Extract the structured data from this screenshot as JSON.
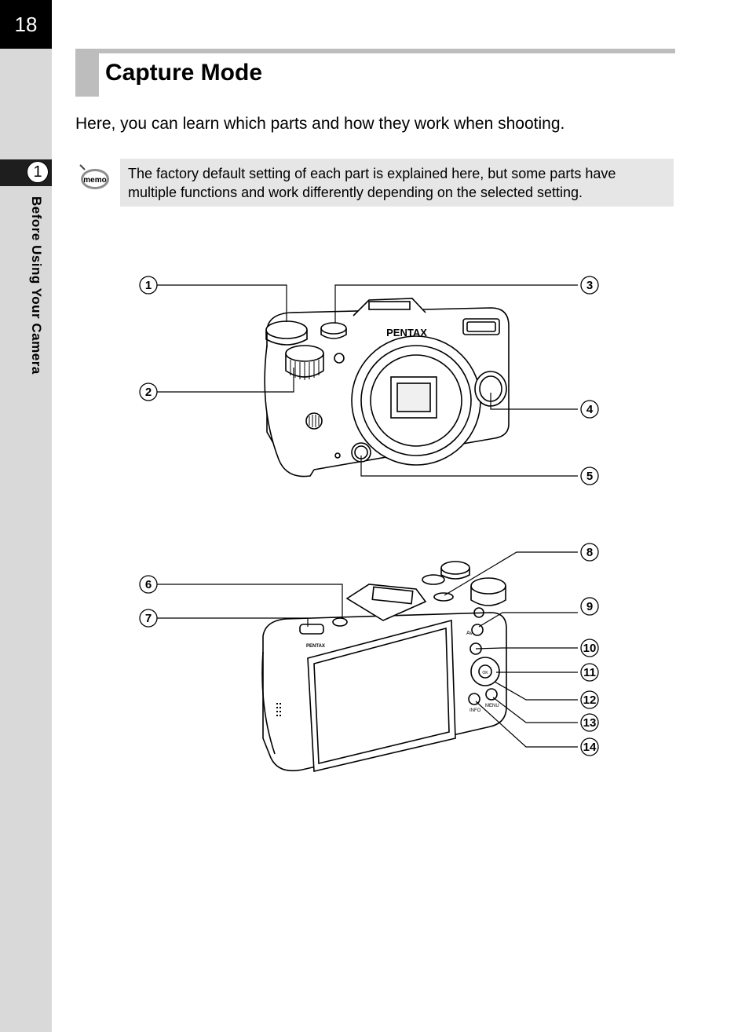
{
  "page": {
    "number": "18",
    "chapter_number": "1",
    "chapter_title": "Before Using Your Camera",
    "title": "Capture Mode",
    "intro": "Here, you can learn which parts and how they work when shooting.",
    "memo_icon_label": "memo",
    "memo_text": "The factory default setting of each part is explained here, but some parts have multiple functions and work differently depending on the selected setting."
  },
  "figure": {
    "front_camera_brand": "PENTAX",
    "back_camera_brand": "PENTAX",
    "back_labels": {
      "info": "INFO",
      "menu": "MENU",
      "av": "Av",
      "ok": "OK"
    },
    "callouts": [
      "1",
      "2",
      "3",
      "4",
      "5",
      "6",
      "7",
      "8",
      "9",
      "10",
      "11",
      "12",
      "13",
      "14"
    ]
  },
  "colors": {
    "sidebar": "#d9d9d9",
    "title_bar": "#bdbdbd",
    "memo_box": "#e6e6e6"
  }
}
